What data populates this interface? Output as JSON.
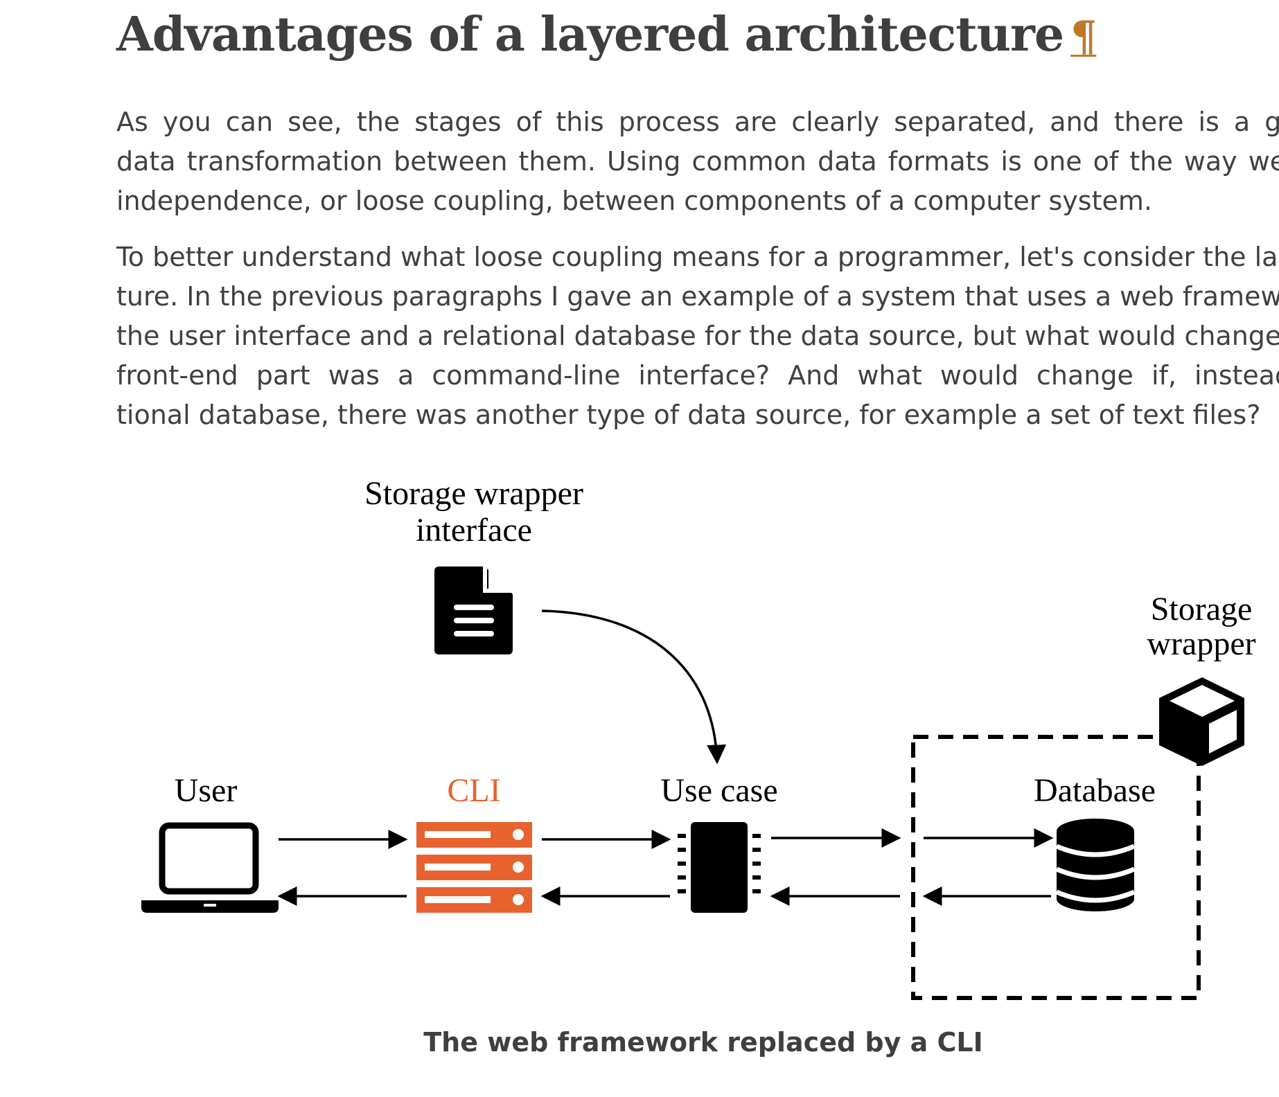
{
  "heading": {
    "title": "Advantages of a layered architecture",
    "permalink_symbol": "¶"
  },
  "paragraphs": [
    {
      "lines": [
        "As you can see, the stages of this process are clearly separated, and there is a great deal of",
        "data transformation between them. Using common data formats is one of the way we achieve",
        "independence, or loose coupling, between components of a computer system."
      ]
    },
    {
      "lines": [
        "To better understand what loose coupling means for a programmer, let's consider the last pic-",
        "ture. In the previous paragraphs I gave an example of a system that uses a web framework for",
        "the user interface and a relational database for the data source, but what would change if the",
        "front-end part was a command-line interface? And what would change if, instead of a rela-",
        "tional database, there was another type of data source, for example a set of text files?"
      ]
    }
  ],
  "figure": {
    "labels": {
      "storage_wrapper_interface_line1": "Storage wrapper",
      "storage_wrapper_interface_line2": "interface",
      "storage_wrapper_line1": "Storage",
      "storage_wrapper_line2": "wrapper",
      "user": "User",
      "cli": "CLI",
      "use_case": "Use case",
      "database": "Database"
    },
    "colors": {
      "ink": "#000000",
      "accent": "#e8622f"
    },
    "caption": "The web framework replaced by a CLI"
  }
}
